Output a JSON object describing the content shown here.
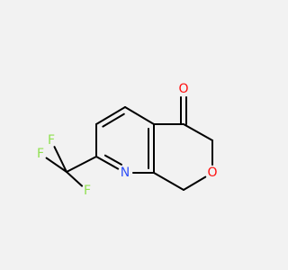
{
  "molecule": {
    "atoms": {
      "oxygen_carbonyl": "O",
      "oxygen_ring": "O",
      "nitrogen": "N",
      "fluorine_top": "F",
      "fluorine_left": "F",
      "fluorine_bottom": "F"
    },
    "colors": {
      "bond": "#000000",
      "oxygen": "#ff0d0d",
      "nitrogen": "#3050f8",
      "fluorine": "#90e050",
      "background": "#f2f2f2"
    }
  }
}
